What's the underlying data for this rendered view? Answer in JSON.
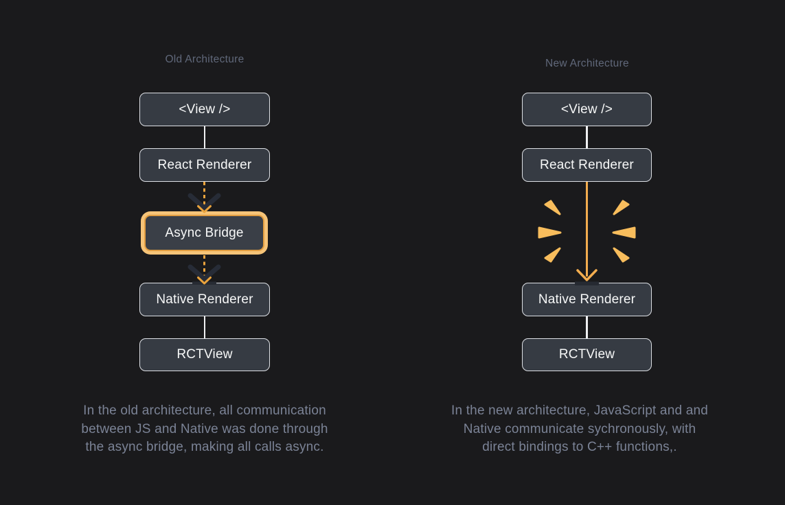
{
  "colors": {
    "background": "#1A1A1C",
    "box_fill": "#363B43",
    "box_border": "#DEE1E6",
    "box_text": "#F7F8F8",
    "accent_orange": "#F3AD4F",
    "async_ring_outer": "#F6C478",
    "async_ring_inner": "#E29D40",
    "dashed_arrow": "#E9A33D",
    "dark_chevron": "#272C37",
    "title_text": "#60687A",
    "caption_text": "#7B8396",
    "connector_white": "#F0F1F3"
  },
  "old": {
    "title": "Old Architecture",
    "boxes": [
      "<View />",
      "React Renderer",
      "Async Bridge",
      "Native Renderer",
      "RCTView"
    ],
    "caption": "In the old architecture, all communication between JS and Native was done through the async bridge, making all calls async.",
    "caption_lines": [
      "In the old architecture, all communication",
      "between JS and Native was done through",
      "the async bridge, making all calls async."
    ]
  },
  "new": {
    "title": "New Architecture",
    "boxes": [
      "<View />",
      "React Renderer",
      "Native Renderer",
      "RCTView"
    ],
    "caption": "In the new architecture, JavaScript and and Native communicate sychronously, with direct bindings to C++ functions,.",
    "caption_lines": [
      "In the new architecture, JavaScript and and",
      "Native communicate sychronously, with",
      "direct bindings to C++ functions,."
    ]
  }
}
